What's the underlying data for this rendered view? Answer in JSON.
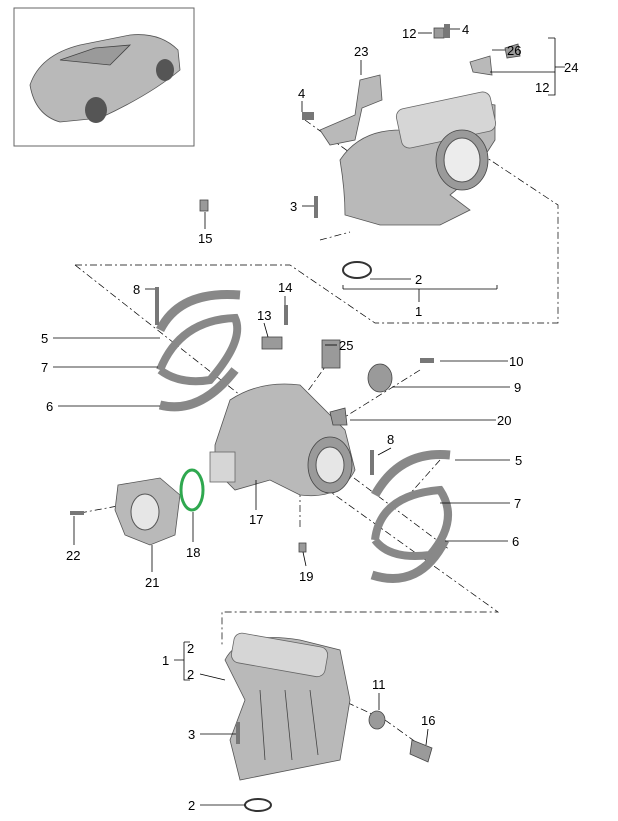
{
  "diagram": {
    "thumbnail": "car-overview",
    "labels": {
      "l12a": "12",
      "l4a": "4",
      "l26": "26",
      "l24": "24",
      "l12b": "12",
      "l23": "23",
      "l4b": "4",
      "l3a": "3",
      "l15": "15",
      "l2a": "2",
      "l1a": "1",
      "l8a": "8",
      "l14": "14",
      "l13": "13",
      "l25": "25",
      "l5a": "5",
      "l7a": "7",
      "l6a": "6",
      "l10": "10",
      "l9": "9",
      "l20": "20",
      "l8b": "8",
      "l5b": "5",
      "l7b": "7",
      "l6b": "6",
      "l22": "22",
      "l18": "18",
      "l17": "17",
      "l21": "21",
      "l19": "19",
      "l1b": "1",
      "l2b": "2",
      "l2c": "2",
      "l11": "11",
      "l16": "16",
      "l3b": "3",
      "l2d": "2"
    },
    "colors": {
      "seal": "#2fa84f",
      "part": "#b9b9b9"
    }
  }
}
